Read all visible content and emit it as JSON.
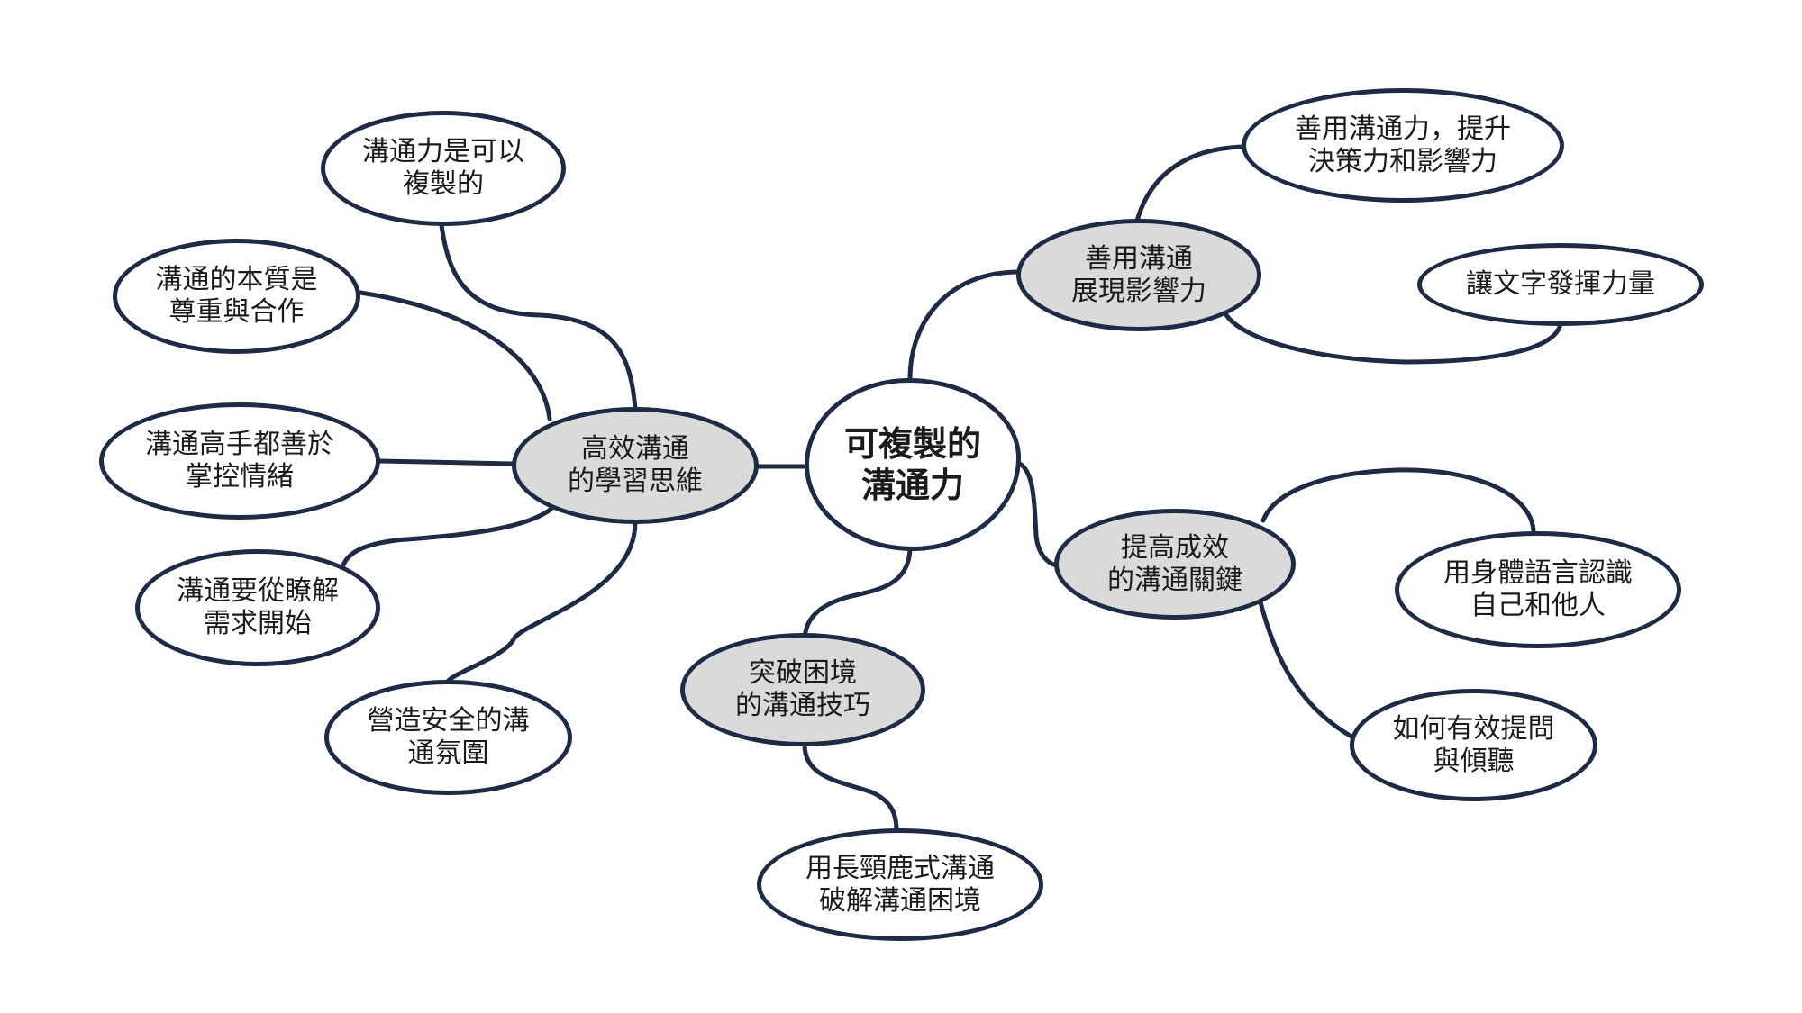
{
  "colors": {
    "outline": "#1d2b45",
    "topic_fill": "#dadada",
    "leaf_fill": "#ffffff"
  },
  "root": {
    "text": "可複製的\n溝通力"
  },
  "topics": {
    "learning": "高效溝通\n的學習思維",
    "influence": "善用溝通\n展現影響力",
    "effect": "提高成效\n的溝通關鍵",
    "breakthrough": "突破困境\n的溝通技巧"
  },
  "leaves": {
    "copyable": "溝通力是可以\n複製的",
    "essence": "溝通的本質是\n尊重與合作",
    "emotion": "溝通高手都善於\n掌控情緒",
    "needs": "溝通要從瞭解\n需求開始",
    "safe": "營造安全的溝\n通氛圍",
    "decision": "善用溝通力，提升\n決策力和影響力",
    "words": "讓文字發揮力量",
    "body_language": "用身體語言認識\n自己和他人",
    "ask_listen": "如何有效提問\n與傾聽",
    "giraffe": "用長頸鹿式溝通\n破解溝通困境"
  }
}
